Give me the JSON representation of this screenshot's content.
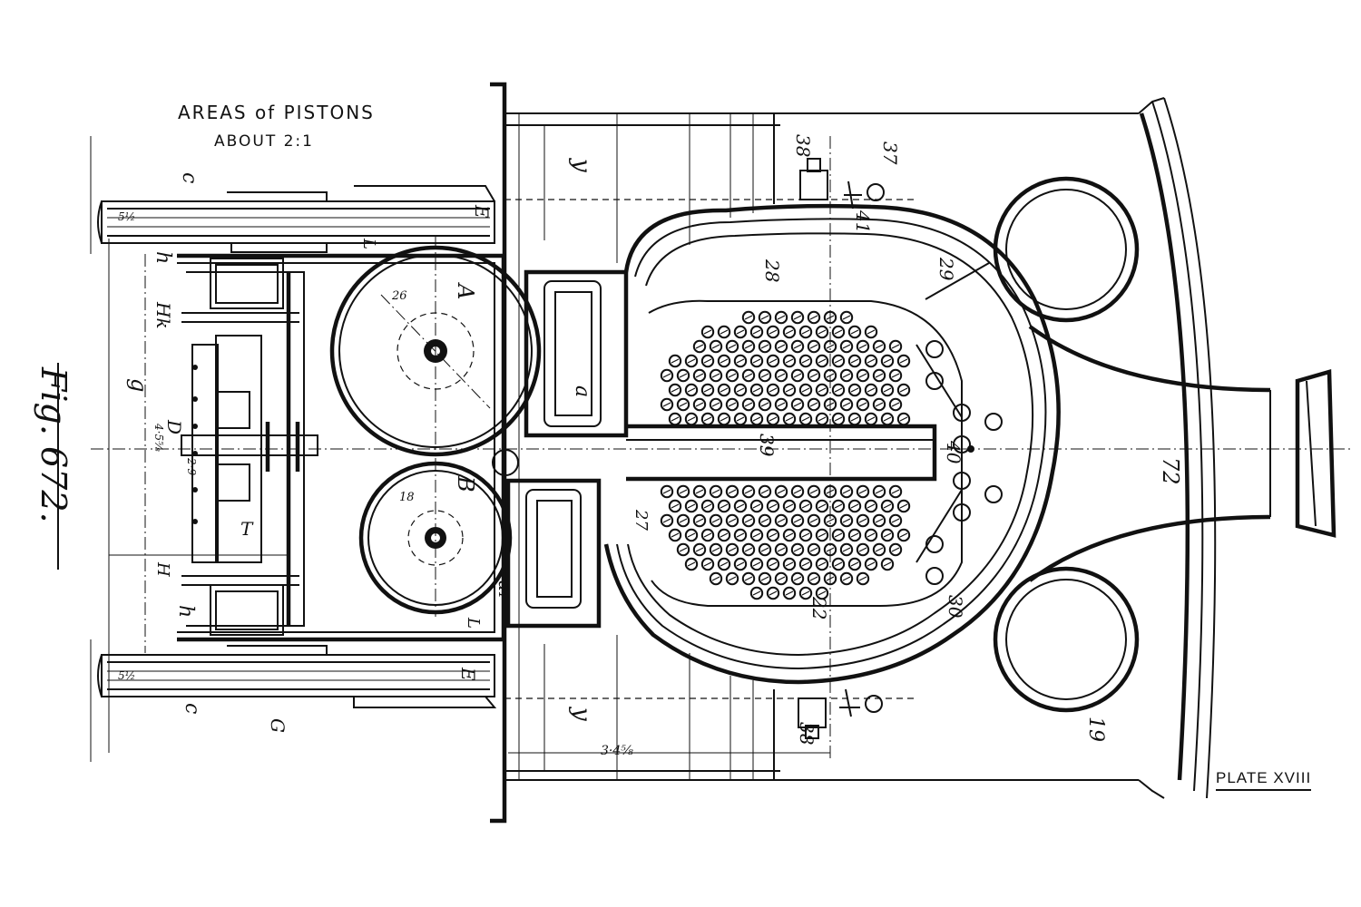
{
  "caption": {
    "line1": "AREAS of PISTONS",
    "line2": "ABOUT 2:1"
  },
  "figure_label": "Fig. 672.",
  "plate_label": "PLATE XVIII",
  "part_labels": {
    "cyl_high": "A",
    "cyl_low": "B",
    "valve_high": "a",
    "valve_low": "a₁",
    "wheel": "c",
    "frame": "E",
    "crank": "D",
    "hub": "G",
    "guide": "H",
    "guide_k": "Hk",
    "crosshead": "h",
    "rod": "g",
    "frame_l": "L",
    "slide": "T",
    "saddle": "y",
    "n19": "19",
    "n22": "22",
    "n27": "27",
    "n28": "28",
    "n29": "29",
    "n30": "30",
    "n37": "37",
    "n38": "38",
    "n39": "39",
    "n40": "40",
    "n41": "41",
    "n72": "72"
  },
  "dimensions": {
    "cyl_high_dia": "26",
    "cyl_low_dia": "18",
    "centres": "2·9",
    "gauge": "4·5⅝",
    "width": "3·4⅝",
    "wheel_rim_top": "5½",
    "wheel_rim_bot": "5½"
  }
}
